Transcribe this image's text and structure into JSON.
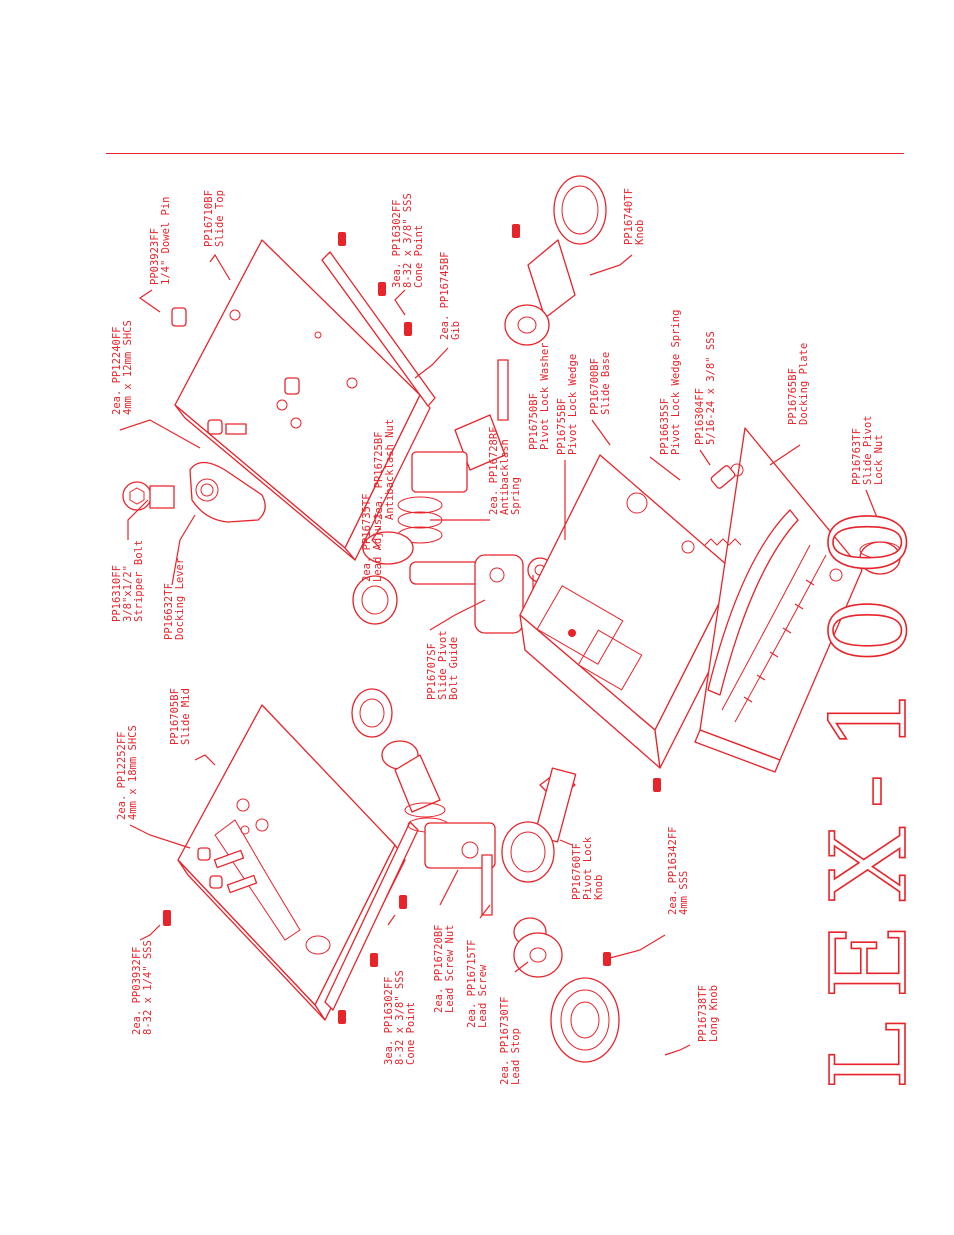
{
  "colors": {
    "accent": "#e8242b",
    "background": "#ffffff"
  },
  "title": "LEX-100",
  "parts": [
    {
      "id": "p1",
      "lines": [
        "PP16310FF",
        "3/8\"x1/2\"",
        "Stripper Bolt"
      ]
    },
    {
      "id": "p2",
      "lines": [
        "PP16632TF",
        "Docking Lever"
      ]
    },
    {
      "id": "p3",
      "lines": [
        "2ea. PP12240FF",
        "4mm x 12mm SHCS"
      ]
    },
    {
      "id": "p4",
      "lines": [
        "PP03923FF",
        "1/4\" Dowel Pin"
      ]
    },
    {
      "id": "p5",
      "lines": [
        "PP16710BF",
        "Slide Top"
      ]
    },
    {
      "id": "p6",
      "lines": [
        "3ea. PP16302FF",
        "8-32 x 3/8\" SSS",
        "Cone Point"
      ]
    },
    {
      "id": "p7",
      "lines": [
        "2ea. PP16745BF",
        "Gib"
      ]
    },
    {
      "id": "p8",
      "lines": [
        "PP16740TF",
        "Knob"
      ]
    },
    {
      "id": "p9",
      "lines": [
        "2ea. PP16735TF",
        "Lead Adjust"
      ]
    },
    {
      "id": "p10",
      "lines": [
        "2ea. PP16725BF",
        "Antibacklash Nut"
      ]
    },
    {
      "id": "p11",
      "lines": [
        "2ea. PP16728RF",
        "Antibacklash",
        "Spring"
      ]
    },
    {
      "id": "p12",
      "lines": [
        "PP16750BF",
        "Pivot Lock Washer"
      ]
    },
    {
      "id": "p13",
      "lines": [
        "PP16755BF",
        "Pivot Lock Wedge"
      ]
    },
    {
      "id": "p14",
      "lines": [
        "PP16700BF",
        "Slide Base"
      ]
    },
    {
      "id": "p15",
      "lines": [
        "PP16635SF",
        "Pivot Lock Wedge Spring"
      ]
    },
    {
      "id": "p16",
      "lines": [
        "PP16304FF",
        "5/16-24 x 3/8\" SSS"
      ]
    },
    {
      "id": "p17",
      "lines": [
        "PP16765BF",
        "Docking Plate"
      ]
    },
    {
      "id": "p18",
      "lines": [
        "PP16763TF",
        "Slide Pivot",
        "Lock Nut"
      ]
    },
    {
      "id": "p19",
      "lines": [
        "PP16707SF",
        "Slide Pivot",
        "Bolt Guide"
      ]
    },
    {
      "id": "p20",
      "lines": [
        "PP16705BF",
        "Slide Mid"
      ]
    },
    {
      "id": "p21",
      "lines": [
        "2ea. PP12252FF",
        "4mm x 18mm SHCS"
      ]
    },
    {
      "id": "p22",
      "lines": [
        "2ea. PP03932FF",
        "8-32 x 1/4\" SSS"
      ]
    },
    {
      "id": "p23",
      "lines": [
        "3ea. PP16302FF",
        "8-32 x 3/8\" SSS",
        "Cone Point"
      ]
    },
    {
      "id": "p24",
      "lines": [
        "2ea. PP16720BF",
        "Lead Screw Nut"
      ]
    },
    {
      "id": "p25",
      "lines": [
        "2ea. PP16715TF",
        "Lead Screw"
      ]
    },
    {
      "id": "p26",
      "lines": [
        "2ea. PP16730TF",
        "Lead Stop"
      ]
    },
    {
      "id": "p27",
      "lines": [
        "PP16760TF",
        "Pivot Lock",
        "Knob"
      ]
    },
    {
      "id": "p28",
      "lines": [
        "2ea. PP16342FF",
        "4mm SSS"
      ]
    },
    {
      "id": "p29",
      "lines": [
        "PP16738TF",
        "Long Knob"
      ]
    }
  ]
}
